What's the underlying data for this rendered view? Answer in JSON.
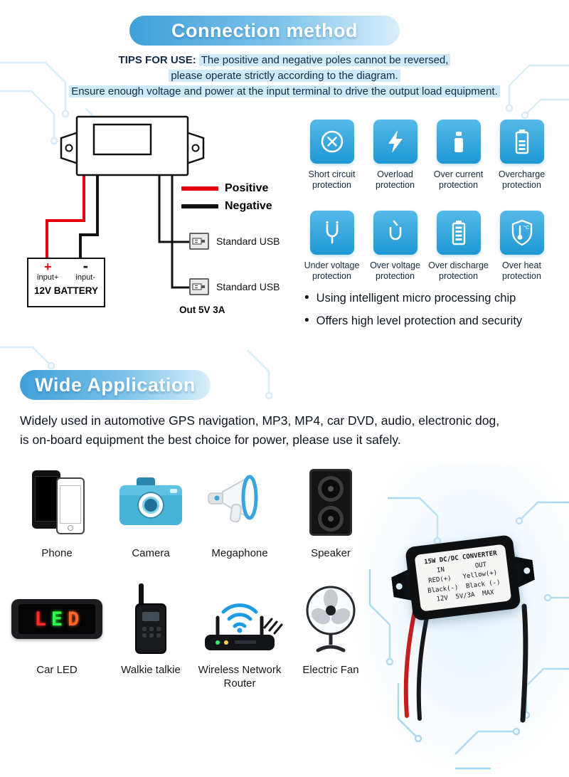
{
  "colors": {
    "accent_blue": "#2ba3de",
    "tile_blue": "#1f97d4",
    "positive_red": "#e60012",
    "negative_black": "#111111"
  },
  "connection": {
    "title": "Connection method",
    "tips_label": "TIPS FOR USE:",
    "tips_line1": "The positive and negative poles cannot be reversed,",
    "tips_line2": "please operate strictly according to the diagram.",
    "tips_line3": "Ensure enough voltage and power at the input terminal to drive the output load equipment.",
    "legend": {
      "positive": "Positive",
      "negative": "Negative"
    },
    "battery": {
      "plus": "+",
      "minus": "-",
      "input_plus": "input+",
      "input_minus": "input-",
      "label": "12V BATTERY"
    },
    "usb1": "Standard USB",
    "usb2": "Standard USB",
    "output": "Out 5V 3A",
    "overheat_degc": "°C",
    "bullet_glyph": "•",
    "protections": [
      {
        "icon": "short-circuit",
        "label": "Short circuit protection"
      },
      {
        "icon": "overload",
        "label": "Overload protection"
      },
      {
        "icon": "over-current",
        "label": "Over current protection"
      },
      {
        "icon": "overcharge",
        "label": "Overcharge protection"
      },
      {
        "icon": "under-voltage",
        "label": "Under voltage protection"
      },
      {
        "icon": "over-voltage",
        "label": "Over voltage protection"
      },
      {
        "icon": "over-discharge",
        "label": "Over discharge protection"
      },
      {
        "icon": "over-heat",
        "label": "Over heat protection"
      }
    ],
    "bullets": [
      "Using intelligent micro processing chip",
      "Offers high level protection and security"
    ]
  },
  "application": {
    "title": "Wide Application",
    "description_line1": "Widely used in automotive GPS navigation, MP3, MP4, car DVD, audio, electronic dog,",
    "description_line2": "is on-board equipment the best choice for power, please use it safely.",
    "items": [
      {
        "icon": "phone",
        "label": "Phone"
      },
      {
        "icon": "camera",
        "label": "Camera"
      },
      {
        "icon": "megaphone",
        "label": "Megaphone"
      },
      {
        "icon": "speaker",
        "label": "Speaker"
      },
      {
        "icon": "car-led",
        "label": "Car LED"
      },
      {
        "icon": "walkie-talkie",
        "label": "Walkie talkie"
      },
      {
        "icon": "wireless-router",
        "label": "Wireless Network Router"
      },
      {
        "icon": "electric-fan",
        "label": "Electric Fan"
      }
    ],
    "led_letters": [
      "L",
      "E",
      "D"
    ],
    "converter_label": {
      "line1": "15W DC/DC CONVERTER",
      "line2": "IN        OUT",
      "line3": "RED(+)   Yellow(+)",
      "line4": "Black(-)  Black (-)",
      "line5": "12V  5V/3A  MAX"
    }
  }
}
